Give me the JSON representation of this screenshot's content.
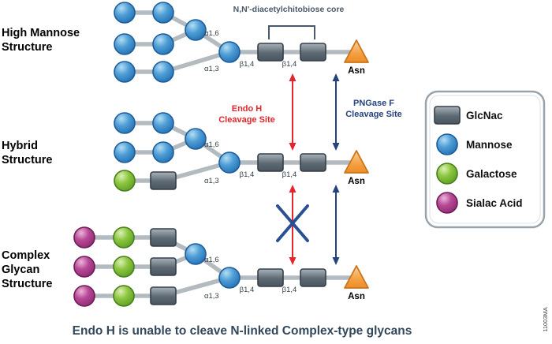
{
  "figure": {
    "caption": "Endo H is unable to cleave N-linked Complex-type glycans",
    "watermark": "11003MA"
  },
  "structures": [
    {
      "label_lines": [
        "High Mannose",
        "Structure"
      ]
    },
    {
      "label_lines": [
        "Hybrid",
        "Structure"
      ]
    },
    {
      "label_lines": [
        "Complex",
        "Glycan",
        "Structure"
      ]
    }
  ],
  "annotations": {
    "chitobiose_core": "N,N'-diacetylchitobiose core",
    "endo_h_line1": "Endo H",
    "endo_h_line2": "Cleavage Site",
    "pngase_f_line1": "PNGase F",
    "pngase_f_line2": "Cleavage Site",
    "alpha_1_6": "α1,6",
    "alpha_1_3": "α1,3",
    "beta_1_4": "β1,4",
    "asn": "Asn"
  },
  "legend": {
    "items": [
      {
        "icon": "glcnac-icon",
        "label": "GlcNac"
      },
      {
        "icon": "mannose-icon",
        "label": "Mannose"
      },
      {
        "icon": "galactose-icon",
        "label": "Galactose"
      },
      {
        "icon": "sialic-acid-icon",
        "label": "Sialac Acid"
      }
    ]
  },
  "colors": {
    "mannose": "#2e7fc0",
    "galactose": "#76b82a",
    "sialic_acid": "#a6338c",
    "glcnac": "#5a646e",
    "asn_triangle": "#f5a042",
    "endo_h_red": "#e2262d",
    "pngase_f_blue": "#24427c"
  }
}
